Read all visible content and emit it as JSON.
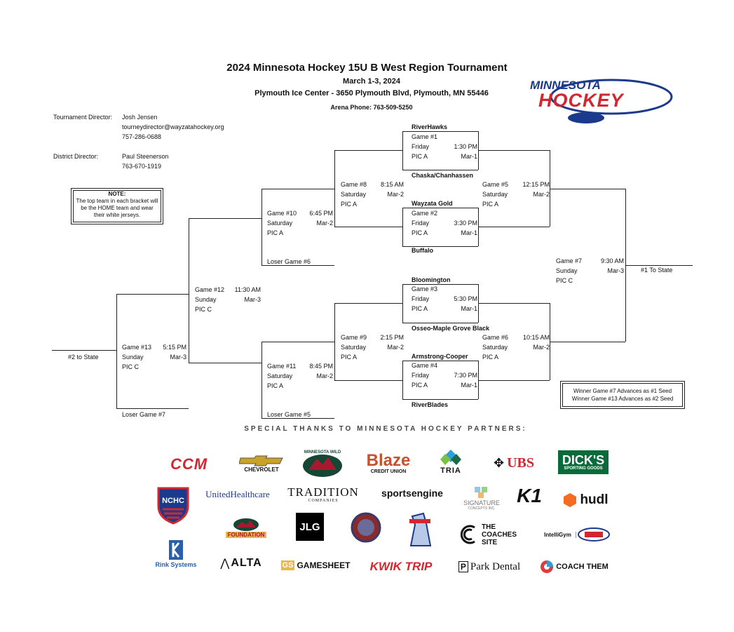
{
  "header": {
    "title": "2024 Minnesota Hockey 15U B West Region Tournament",
    "dates": "March 1-3, 2024",
    "venue": "Plymouth Ice Center - 3650 Plymouth Blvd, Plymouth, MN 55446",
    "phone": "Arena Phone: 763-509-5250"
  },
  "logo": {
    "line1": "MINNESOTA",
    "line2": "HOCKEY",
    "color_blue": "#1b3a8c",
    "color_red": "#d22630"
  },
  "contacts": {
    "td_label": "Tournament Director:",
    "td_name": "Josh Jensen",
    "td_email": "tourneydirector@wayzatahockey.org",
    "td_phone": "757-286-0688",
    "dd_label": "District Director:",
    "dd_name": "Paul Steenerson",
    "dd_phone": "763-670-1919"
  },
  "note": {
    "heading": "NOTE:",
    "text": "The top team in each bracket will be the HOME team and wear their white jerseys."
  },
  "teams": {
    "riverhawks": "RiverHawks",
    "chaska": "Chaska/Chanhassen",
    "wayzata": "Wayzata Gold",
    "buffalo": "Buffalo",
    "bloomington": "Bloomington",
    "osseo": "Osseo-Maple Grove Black",
    "armstrong": "Armstrong-Cooper",
    "riverblades": "RiverBlades"
  },
  "games": {
    "g1": {
      "name": "Game #1",
      "day": "Friday",
      "time": "1:30 PM",
      "rink": "PIC A",
      "date": "Mar-1"
    },
    "g2": {
      "name": "Game #2",
      "day": "Friday",
      "time": "3:30 PM",
      "rink": "PIC A",
      "date": "Mar-1"
    },
    "g3": {
      "name": "Game #3",
      "day": "Friday",
      "time": "5:30 PM",
      "rink": "PIC A",
      "date": "Mar-1"
    },
    "g4": {
      "name": "Game #4",
      "day": "Friday",
      "time": "7:30 PM",
      "rink": "PIC A",
      "date": "Mar-1"
    },
    "g5": {
      "name": "Game #5",
      "day": "Saturday",
      "time": "12:15 PM",
      "rink": "PIC A",
      "date": "Mar-2"
    },
    "g6": {
      "name": "Game #6",
      "day": "Saturday",
      "time": "10:15 AM",
      "rink": "PIC A",
      "date": "Mar-2"
    },
    "g7": {
      "name": "Game #7",
      "day": "Sunday",
      "time": "9:30 AM",
      "rink": "PIC C",
      "date": "Mar-3"
    },
    "g8": {
      "name": "Game #8",
      "day": "Saturday",
      "time": "8:15 AM",
      "rink": "PIC A",
      "date": "Mar-2"
    },
    "g9": {
      "name": "Game #9",
      "day": "Saturday",
      "time": "2:15 PM",
      "rink": "PIC A",
      "date": "Mar-2"
    },
    "g10": {
      "name": "Game #10",
      "day": "Saturday",
      "time": "6:45 PM",
      "rink": "PIC A",
      "date": "Mar-2"
    },
    "g11": {
      "name": "Game #11",
      "day": "Saturday",
      "time": "8:45 PM",
      "rink": "PIC A",
      "date": "Mar-2"
    },
    "g12": {
      "name": "Game #12",
      "day": "Sunday",
      "time": "11:30 AM",
      "rink": "PIC C",
      "date": "Mar-3"
    },
    "g13": {
      "name": "Game #13",
      "day": "Sunday",
      "time": "5:15 PM",
      "rink": "PIC C",
      "date": "Mar-3"
    }
  },
  "bracket_labels": {
    "loser6": "Loser Game #6",
    "loser5": "Loser Game #5",
    "loser7": "Loser Game #7",
    "to_state_1": "#1 To State",
    "to_state_2": "#2 to State"
  },
  "winner_box": {
    "line1": "Winner Game #7 Advances as #1 Seed",
    "line2": "Winner Game #13 Advances as #2 Seed"
  },
  "thanks": "SPECIAL THANKS TO MINNESOTA HOCKEY PARTNERS:",
  "partners": {
    "ccm": "CCM",
    "chevrolet": "CHEVROLET",
    "wild": "MINNESOTA WILD",
    "blaze": "Blaze",
    "blaze_sub": "CREDIT UNION",
    "tria": "TRIA",
    "ubs": "UBS",
    "dicks": "DICK'S",
    "dicks_sub": "SPORTING GOODS",
    "nchc": "NCHC",
    "uhc": "UnitedHealthcare",
    "tradition": "TRADITION",
    "tradition_sub": "COMPANIES",
    "sportsengine": "sportsengine",
    "signature": "SIGNATURE",
    "signature_sub": "CONCEPTS INC.",
    "k1": "K1",
    "hudl": "hudl",
    "foundation": "FOUNDATION",
    "jlg": "JLG",
    "coaches": "THE COACHES SITE",
    "intelligym": "IntelliGym",
    "rink": "Rink Systems",
    "alta": "ALTA",
    "gamesheet": "GAMESHEET",
    "kwiktrip": "KWIK TRIP",
    "parkdental": "Park Dental",
    "coachthem": "COACH THEM"
  }
}
